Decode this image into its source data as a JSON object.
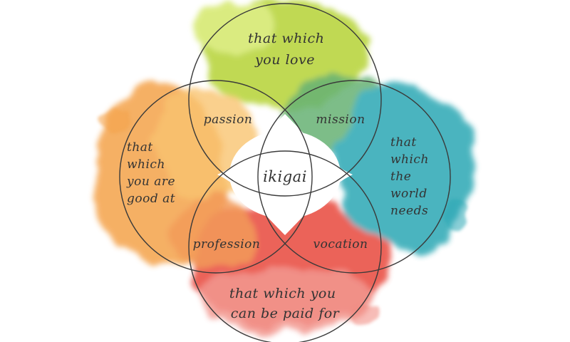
{
  "diagram": {
    "center": "ikigai",
    "circles": {
      "top": {
        "label_lines": [
          "that which",
          "you love"
        ],
        "color": "#b5d334"
      },
      "left": {
        "label_lines": [
          "that",
          "which",
          "you are",
          "good at"
        ],
        "color": "#f4a24a"
      },
      "right": {
        "label_lines": [
          "that",
          "which",
          "the",
          "world",
          "needs"
        ],
        "color": "#2ba7b4"
      },
      "bottom": {
        "label_lines": [
          "that which you",
          "can be paid for"
        ],
        "color": "#e8463a"
      }
    },
    "overlaps": {
      "passion": "passion",
      "mission": "mission",
      "profession": "profession",
      "vocation": "vocation"
    },
    "accent_colors": {
      "green": "#4aa35a",
      "pink": "#f0867c"
    }
  }
}
